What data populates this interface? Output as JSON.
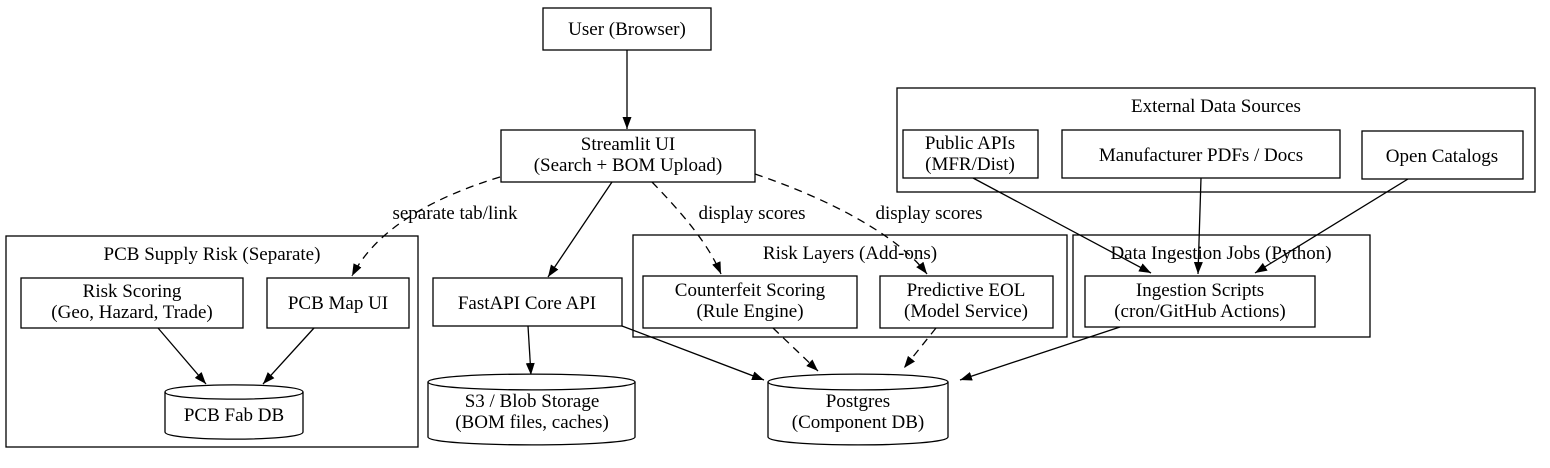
{
  "diagram": {
    "background": "#ffffff",
    "stroke_color": "#000000",
    "clusters": {
      "pcb_supply_risk": {
        "label": "PCB Supply Risk (Separate)"
      },
      "external_data_sources": {
        "label": "External Data Sources"
      },
      "risk_layers": {
        "label": "Risk Layers (Add-ons)"
      },
      "data_ingestion_jobs": {
        "label": "Data Ingestion Jobs (Python)"
      }
    },
    "nodes": {
      "user": {
        "line1": "User (Browser)"
      },
      "streamlit_ui": {
        "line1": "Streamlit UI",
        "line2": "(Search + BOM Upload)"
      },
      "public_apis": {
        "line1": "Public APIs",
        "line2": "(MFR/Dist)"
      },
      "manufacturer_pdfs": {
        "line1": "Manufacturer PDFs / Docs"
      },
      "open_catalogs": {
        "line1": "Open Catalogs"
      },
      "risk_scoring": {
        "line1": "Risk Scoring",
        "line2": "(Geo, Hazard, Trade)"
      },
      "pcb_map_ui": {
        "line1": "PCB Map UI"
      },
      "pcb_fab_db": {
        "line1": "PCB Fab DB"
      },
      "fastapi_core_api": {
        "line1": "FastAPI Core API"
      },
      "s3_blob_storage": {
        "line1": "S3 / Blob Storage",
        "line2": "(BOM files, caches)"
      },
      "counterfeit_scoring": {
        "line1": "Counterfeit Scoring",
        "line2": "(Rule Engine)"
      },
      "predictive_eol": {
        "line1": "Predictive EOL",
        "line2": "(Model Service)"
      },
      "postgres": {
        "line1": "Postgres",
        "line2": "(Component DB)"
      },
      "ingestion_scripts": {
        "line1": "Ingestion Scripts",
        "line2": "(cron/GitHub Actions)"
      }
    },
    "edge_labels": {
      "separate_tab_link": "separate tab/link",
      "display_scores_left": "display scores",
      "display_scores_right": "display scores"
    }
  }
}
